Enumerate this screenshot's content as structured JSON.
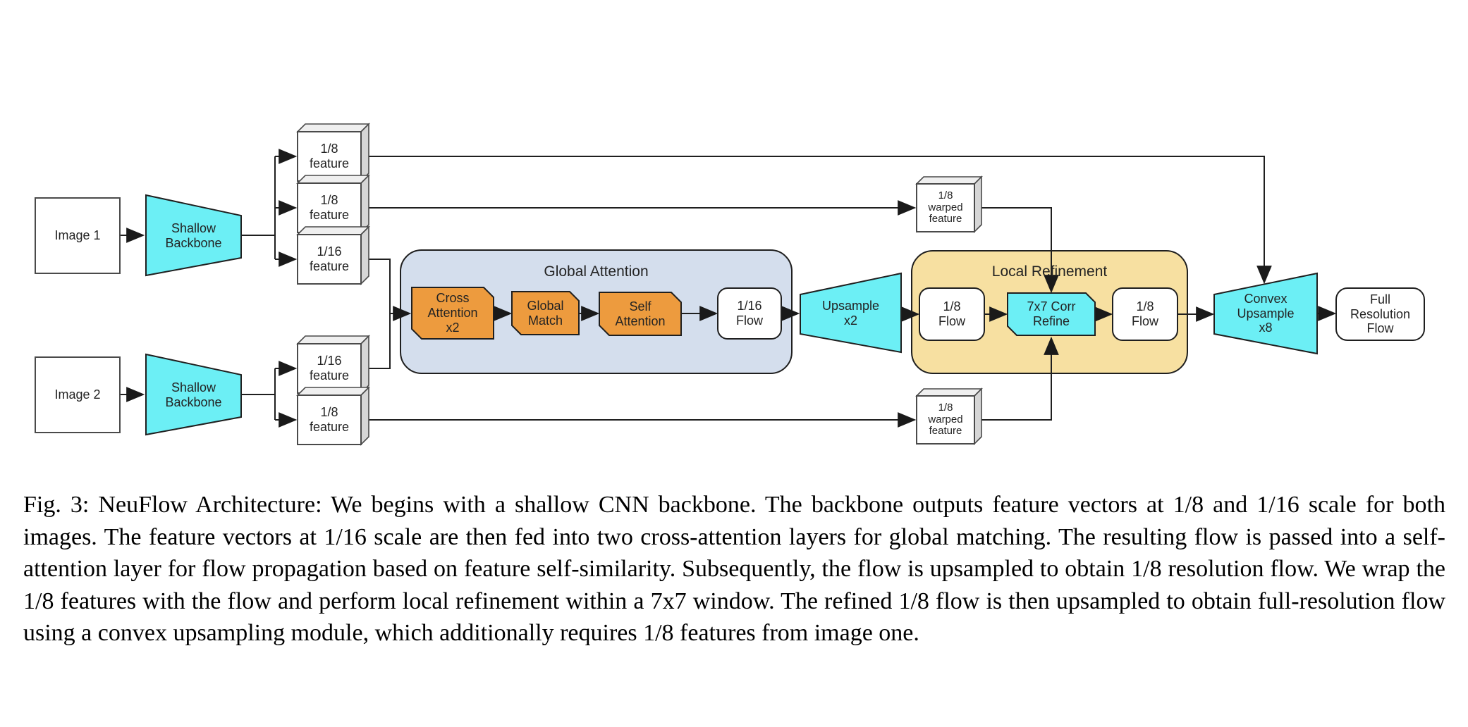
{
  "colors": {
    "cyan": "#6CEFF5",
    "orange": "#ED9B3E",
    "panel_blue": "#D4DEED",
    "panel_tan": "#F7E0A1",
    "box_white": "#FFFFFF"
  },
  "diagram": {
    "image1_label": "Image 1",
    "image2_label": "Image 2",
    "backbone_label": "Shallow\nBackbone",
    "feature_1_8_label": "1/8\nfeature",
    "feature_1_16_label": "1/16\nfeature",
    "warped_feature_label": "1/8\nwarped\nfeature",
    "global_attention": {
      "title": "Global Attention",
      "cross_attention_label": "Cross\nAttention\nx2",
      "global_match_label": "Global\nMatch",
      "self_attention_label": "Self\nAttention",
      "flow_1_16_label": "1/16\nFlow"
    },
    "upsample_label": "Upsample\nx2",
    "local_refinement": {
      "title": "Local Refinement",
      "flow_1_8_in_label": "1/8\nFlow",
      "corr_refine_label": "7x7 Corr\nRefine",
      "flow_1_8_out_label": "1/8\nFlow"
    },
    "convex_upsample_label": "Convex\nUpsample\nx8",
    "full_resolution_flow_label": "Full\nResolution\nFlow"
  },
  "caption": "Fig. 3: NeuFlow Architecture: We begins with a shallow CNN backbone. The backbone outputs feature vectors at 1/8 and 1/16 scale for both images. The feature vectors at 1/16 scale are then fed into two cross-attention layers for global matching. The resulting flow is passed into a self-attention layer for flow propagation based on feature self-similarity. Subsequently, the flow is upsampled to obtain 1/8 resolution flow. We wrap the 1/8 features with the flow and perform local refinement within a 7x7 window. The refined 1/8 flow is then upsampled to obtain full-resolution flow using a convex upsampling module, which additionally requires 1/8 features from image one."
}
